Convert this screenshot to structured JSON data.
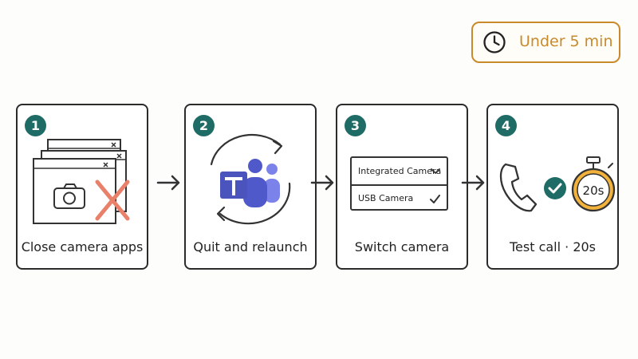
{
  "badge": {
    "text": "Under 5 min",
    "icon": "clock-icon",
    "color": "#c98a2b"
  },
  "steps": [
    {
      "number": "1",
      "label": "Close camera apps",
      "icon": "camera-windows-icon"
    },
    {
      "number": "2",
      "label": "Quit and relaunch",
      "icon": "teams-relaunch-icon"
    },
    {
      "number": "3",
      "label": "Switch camera",
      "icon": "camera-select-icon",
      "options": [
        {
          "label": "Integrated Camera",
          "indicator": "chevron-down-icon"
        },
        {
          "label": "USB Camera",
          "indicator": "checkmark-icon"
        }
      ]
    },
    {
      "number": "4",
      "label": "Test call · 20s",
      "icon": "phone-icon",
      "timer": "20s"
    }
  ],
  "colors": {
    "accent": "#1f6b66",
    "brand": "#4b53bc",
    "warning": "#e06a4e",
    "badge": "#c98a2b"
  }
}
